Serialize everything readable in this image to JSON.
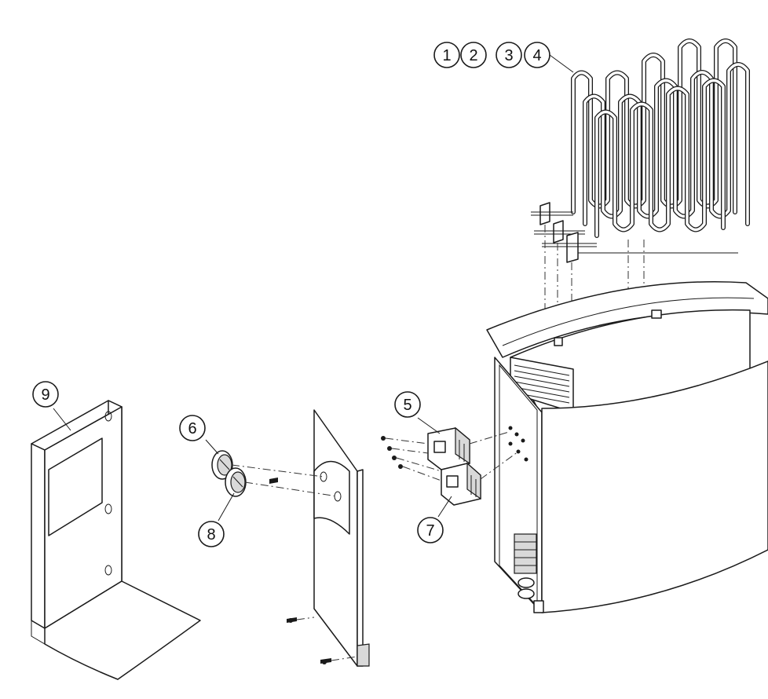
{
  "callouts": [
    {
      "id": "1",
      "label": "1"
    },
    {
      "id": "2",
      "label": "2"
    },
    {
      "id": "3",
      "label": "3"
    },
    {
      "id": "4",
      "label": "4"
    },
    {
      "id": "5",
      "label": "5"
    },
    {
      "id": "6",
      "label": "6"
    },
    {
      "id": "7",
      "label": "7"
    },
    {
      "id": "8",
      "label": "8"
    },
    {
      "id": "9",
      "label": "9"
    }
  ],
  "parts": [
    {
      "callouts": [
        "1",
        "2",
        "3",
        "4"
      ],
      "icon": "heating-elements"
    },
    {
      "callouts": [
        "5"
      ],
      "icon": "relay-switch"
    },
    {
      "callouts": [
        "6"
      ],
      "icon": "control-knob"
    },
    {
      "callouts": [
        "7"
      ],
      "icon": "relay-switch"
    },
    {
      "callouts": [
        "8"
      ],
      "icon": "control-knob"
    },
    {
      "callouts": [
        "9"
      ],
      "icon": "mounting-bracket"
    }
  ]
}
